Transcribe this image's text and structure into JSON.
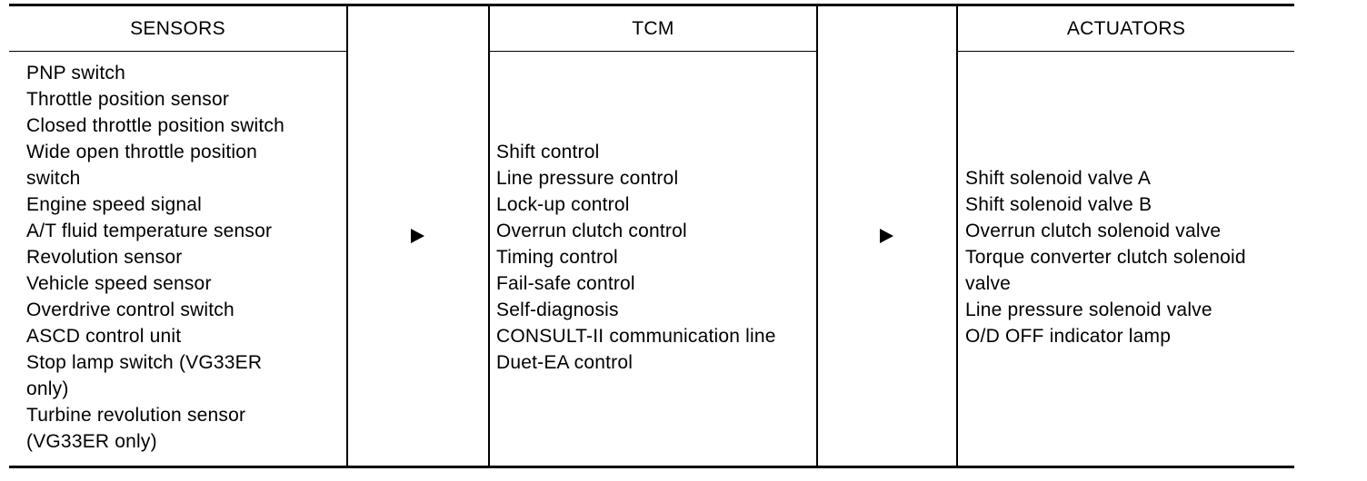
{
  "sensors": {
    "header": "SENSORS",
    "lines": [
      "PNP switch",
      "Throttle position sensor",
      "Closed throttle position switch",
      "Wide open throttle position",
      "switch",
      "Engine speed signal",
      "A/T fluid temperature sensor",
      "Revolution sensor",
      "Vehicle speed sensor",
      "Overdrive control switch",
      "ASCD control unit",
      "Stop lamp switch (VG33ER",
      "only)",
      "Turbine revolution sensor",
      "(VG33ER only)"
    ]
  },
  "tcm": {
    "header": "TCM",
    "lines": [
      "Shift control",
      "Line pressure control",
      "Lock-up control",
      "Overrun clutch control",
      "Timing control",
      "Fail-safe control",
      "Self-diagnosis",
      "CONSULT-II communication line",
      "Duet-EA control"
    ]
  },
  "actuators": {
    "header": "ACTUATORS",
    "lines": [
      "Shift solenoid valve A",
      "Shift solenoid valve B",
      "Overrun clutch solenoid valve",
      "Torque converter clutch solenoid",
      "valve",
      "Line pressure solenoid valve",
      "O/D OFF indicator lamp"
    ]
  },
  "icons": {
    "arrow_1": "right-triangle-arrow",
    "arrow_2": "right-triangle-arrow"
  }
}
